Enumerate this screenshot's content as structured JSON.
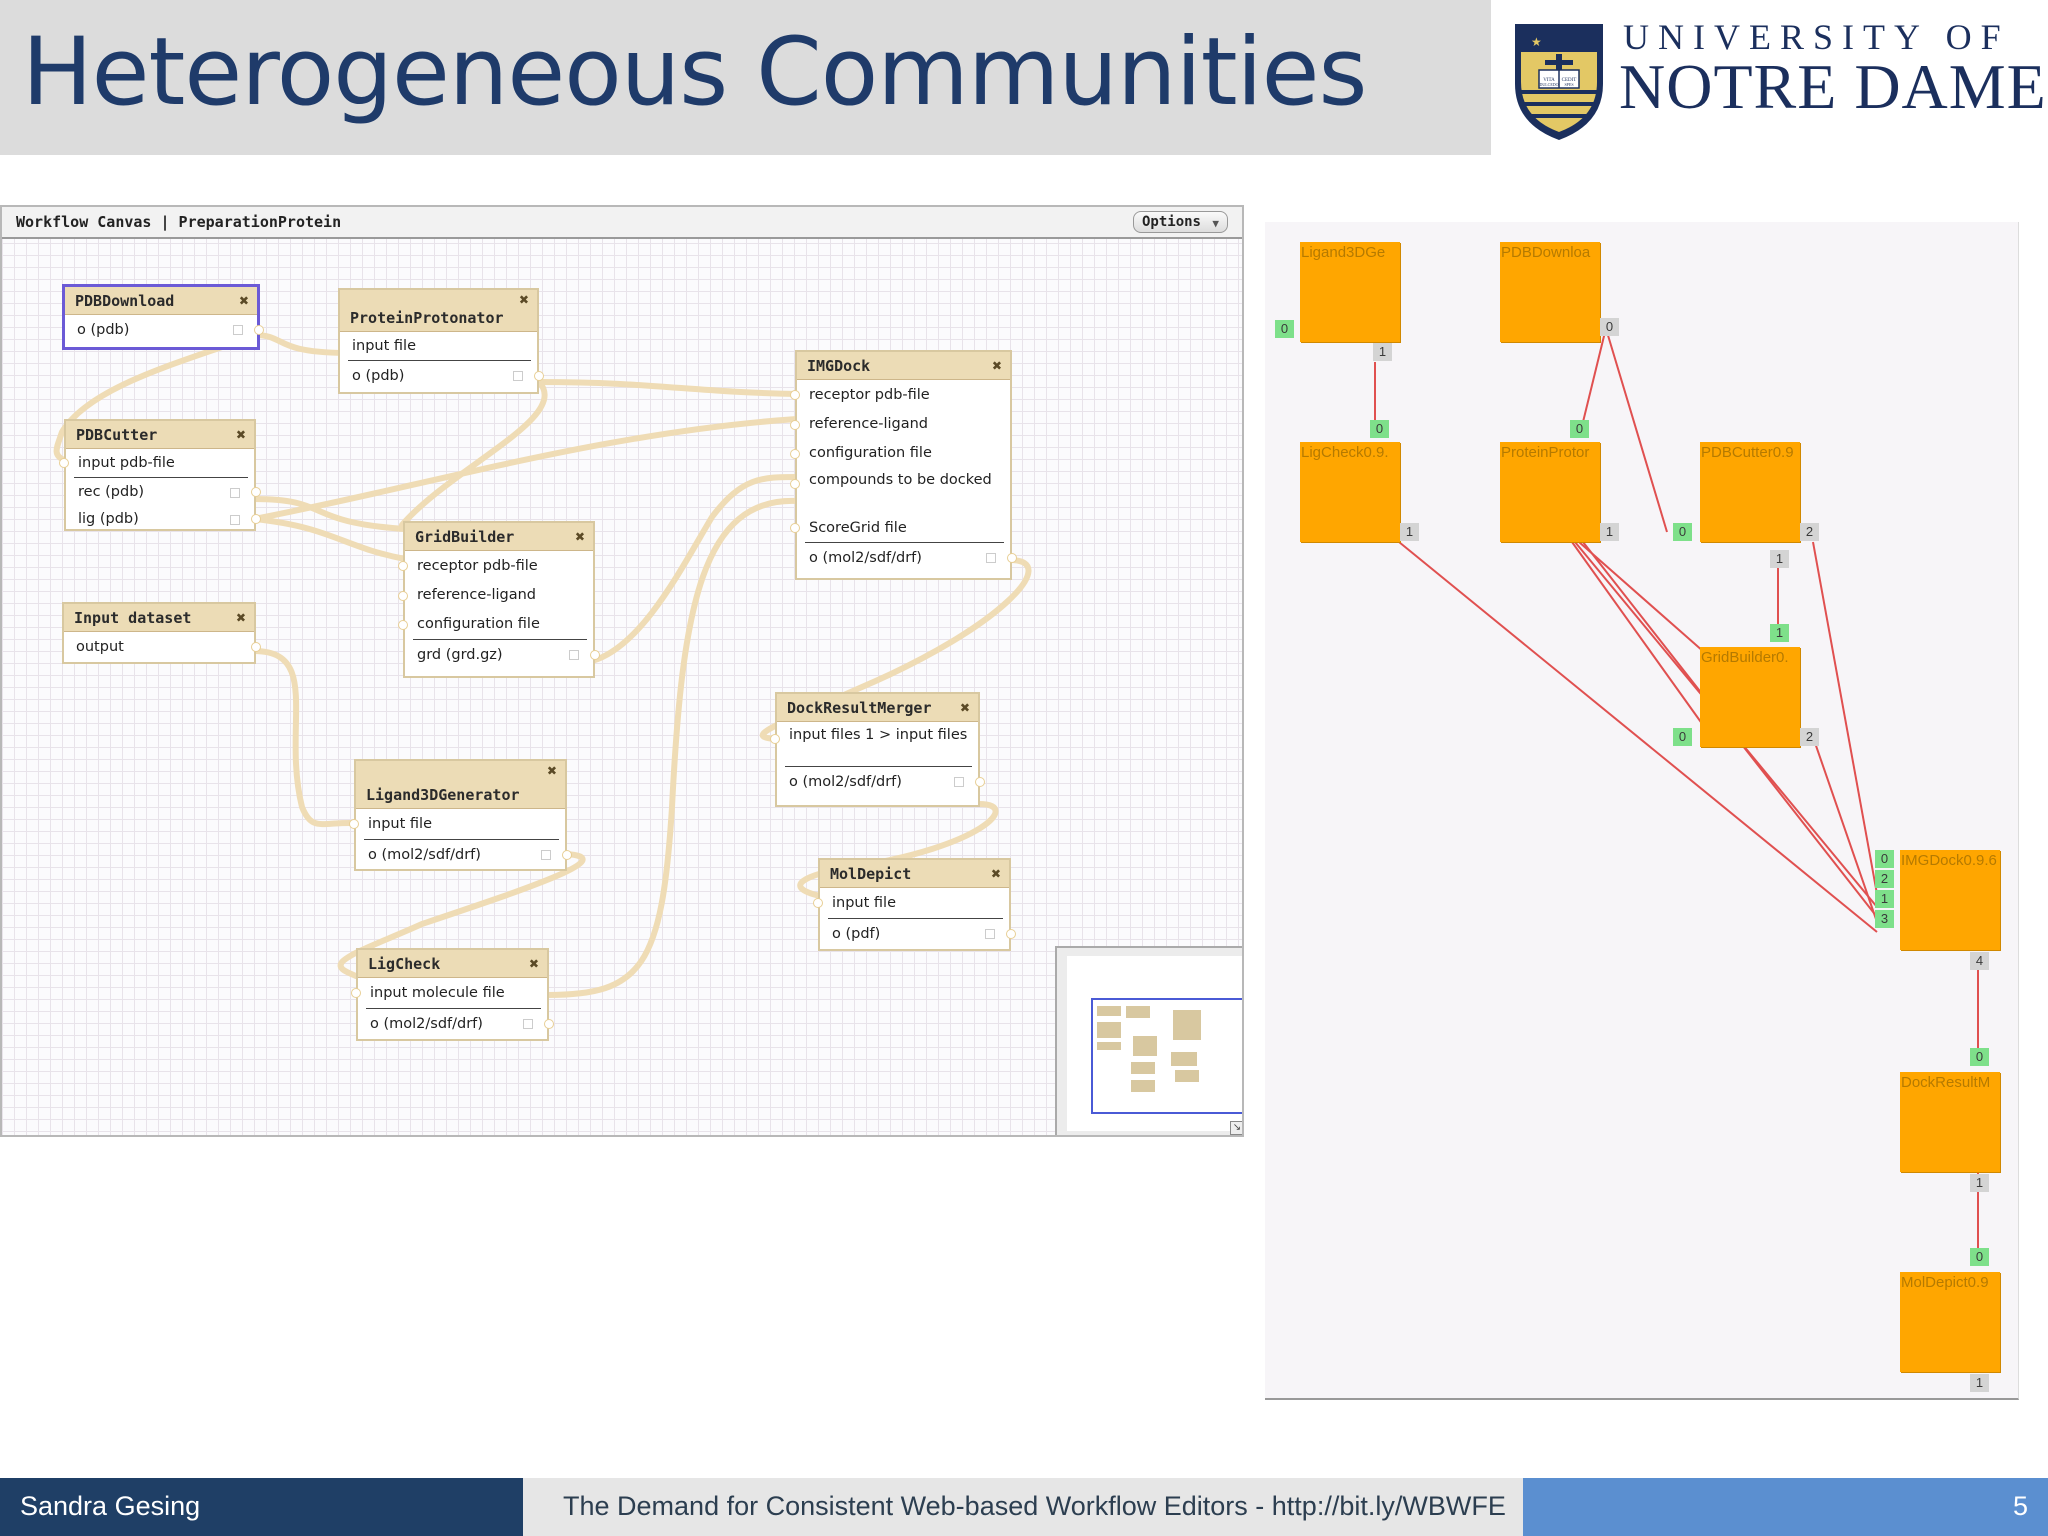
{
  "slide": {
    "title": "Heterogeneous Communities",
    "logo": {
      "line1": "UNIVERSITY OF",
      "line2": "NOTRE DAME",
      "seal_text": [
        "VITA",
        "DULCEDO",
        "SPES",
        "CEDIT"
      ]
    },
    "footer": {
      "author": "Sandra Gesing",
      "talk": "The Demand for Consistent Web-based Workflow Editors - http://bit.ly/WBWFE",
      "page": "5"
    }
  },
  "workflow_canvas": {
    "header": "Workflow Canvas | PreparationProtein",
    "options_label": "Options",
    "nodes": {
      "pdbdownload": {
        "title": "PDBDownload",
        "outputs": [
          "o (pdb)"
        ]
      },
      "proteinprotonator": {
        "title": "ProteinProtonator",
        "inputs": [
          "input file"
        ],
        "outputs": [
          "o (pdb)"
        ]
      },
      "pdbcutter": {
        "title": "PDBCutter",
        "inputs": [
          "input pdb-file"
        ],
        "outputs": [
          "rec (pdb)",
          "lig (pdb)"
        ]
      },
      "imgdock": {
        "title": "IMGDock",
        "inputs": [
          "receptor pdb-file",
          "reference-ligand",
          "configuration file",
          "compounds to be docked",
          "ScoreGrid file"
        ],
        "outputs": [
          "o (mol2/sdf/drf)"
        ]
      },
      "gridbuilder": {
        "title": "GridBuilder",
        "inputs": [
          "receptor pdb-file",
          "reference-ligand",
          "configuration file"
        ],
        "outputs": [
          "grd (grd.gz)"
        ]
      },
      "input_dataset": {
        "title": "Input dataset",
        "outputs": [
          "output"
        ]
      },
      "dockresultmerger": {
        "title": "DockResultMerger",
        "inputs": [
          "input files 1 > input files"
        ],
        "outputs": [
          "o (mol2/sdf/drf)"
        ]
      },
      "ligand3dgenerator": {
        "title": "Ligand3DGenerator",
        "inputs": [
          "input file"
        ],
        "outputs": [
          "o (mol2/sdf/drf)"
        ]
      },
      "moldepict": {
        "title": "MolDepict",
        "inputs": [
          "input file"
        ],
        "outputs": [
          "o (pdf)"
        ]
      },
      "ligcheck": {
        "title": "LigCheck",
        "inputs": [
          "input molecule file"
        ],
        "outputs": [
          "o (mol2/sdf/drf)"
        ]
      }
    },
    "close_glyph": "✖"
  },
  "graph": {
    "nodes": {
      "ligand3d": {
        "label": "Ligand3DGe"
      },
      "pdbdownload": {
        "label": "PDBDownloa"
      },
      "ligcheck": {
        "label": "LigCheck0.9."
      },
      "proteinprotor": {
        "label": "ProteinProtor"
      },
      "pdbcutter": {
        "label": "PDBCutter0.9"
      },
      "gridbuilder": {
        "label": "GridBuilder0."
      },
      "imgdock": {
        "label": "IMGDock0.9.6"
      },
      "dockresult": {
        "label": "DockResultM"
      },
      "moldepict": {
        "label": "MolDepict0.9"
      }
    },
    "port_labels": {
      "p0": "0",
      "p1": "1",
      "p2": "2",
      "p3": "3",
      "p4": "4"
    }
  }
}
